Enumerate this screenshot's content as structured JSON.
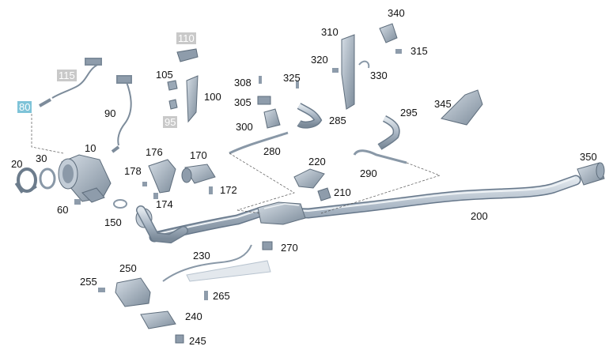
{
  "diagram": {
    "colors": {
      "part_fill": "#a9b6c4",
      "part_dark": "#6f7e8e",
      "pipe_fill": "#b7c3cf",
      "leader": "#555555",
      "highlight_blue": "#7ec3d8",
      "highlight_grey": "#c9c9c9"
    },
    "callouts": {
      "c10": "10",
      "c20": "20",
      "c30": "30",
      "c60": "60",
      "c80": "80",
      "c90": "90",
      "c95": "95",
      "c100": "100",
      "c105": "105",
      "c110": "110",
      "c115": "115",
      "c150": "150",
      "c170": "170",
      "c172": "172",
      "c174": "174",
      "c176": "176",
      "c178": "178",
      "c200": "200",
      "c210": "210",
      "c220": "220",
      "c230": "230",
      "c240": "240",
      "c245": "245",
      "c250": "250",
      "c255": "255",
      "c265": "265",
      "c270": "270",
      "c280": "280",
      "c285": "285",
      "c290": "290",
      "c295": "295",
      "c300": "300",
      "c305": "305",
      "c308": "308",
      "c310": "310",
      "c315": "315",
      "c320": "320",
      "c325": "325",
      "c330": "330",
      "c340": "340",
      "c345": "345",
      "c350": "350"
    }
  }
}
